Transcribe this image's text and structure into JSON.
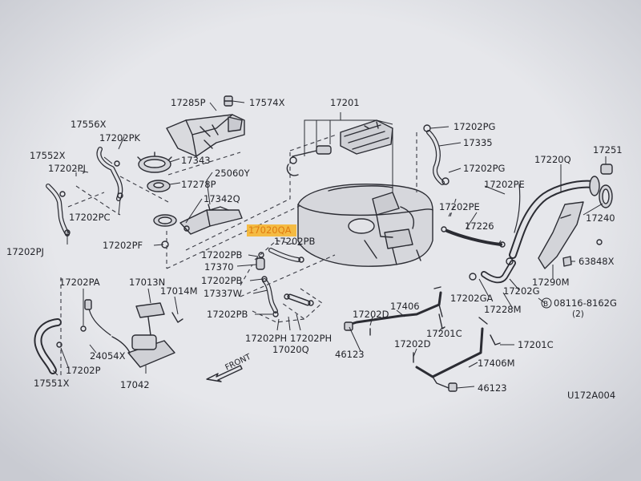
{
  "labels": {
    "p17285P": "17285P",
    "p17574X": "17574X",
    "p17201": "17201",
    "p17202PG_1": "17202PG",
    "p17335": "17335",
    "p17202PG_2": "17202PG",
    "p17556X": "17556X",
    "p17202PK": "17202PK",
    "p17552X": "17552X",
    "p17202PJ_1": "17202PJ",
    "p17343": "17343",
    "p25060Y": "25060Y",
    "p17278P": "17278P",
    "p17342Q": "17342Q",
    "p17202PC": "17202PC",
    "p17202PJ_2": "17202PJ",
    "p17202PF": "17202PF",
    "p17020QA": "17020QA",
    "p17202PB_1": "17202PB",
    "p17202PB_2": "17202PB",
    "p17370": "17370",
    "p17202PB_3": "17202PB",
    "p17337W": "17337W",
    "p17202PB_4": "17202PB",
    "p17202PH_1": "17202PH",
    "p17202PH_2": "17202PH",
    "p17020Q": "17020Q",
    "p17202PA": "17202PA",
    "p17013N": "17013N",
    "p17014M": "17014M",
    "p24054X": "24054X",
    "p17202P": "17202P",
    "p17551X": "17551X",
    "p17042": "17042",
    "front": "FRONT",
    "p17202PE_1": "17202PE",
    "p17202PE_2": "17202PE",
    "p17220Q": "17220Q",
    "p17251": "17251",
    "p17240": "17240",
    "p17226": "17226",
    "p63848X": "63848X",
    "p17290M": "17290M",
    "p17202G": "17202G",
    "p17202GA": "17202GA",
    "p17228M": "17228M",
    "p08116": "08116-8162G",
    "p08116_qty": "(2)",
    "bolt_symbol": "B",
    "p17406": "17406",
    "p17202D_1": "17202D",
    "p17201C_1": "17201C",
    "p46123_1": "46123",
    "p17202D_2": "17202D",
    "p17201C_2": "17201C",
    "p17406M": "17406M",
    "p46123_2": "46123",
    "diagram_code": "U172A004"
  },
  "colors": {
    "paper": "#e4e5e9",
    "ink": "#2b2c33",
    "highlight": "#f6b326",
    "highlight_text": "#e07a10"
  }
}
